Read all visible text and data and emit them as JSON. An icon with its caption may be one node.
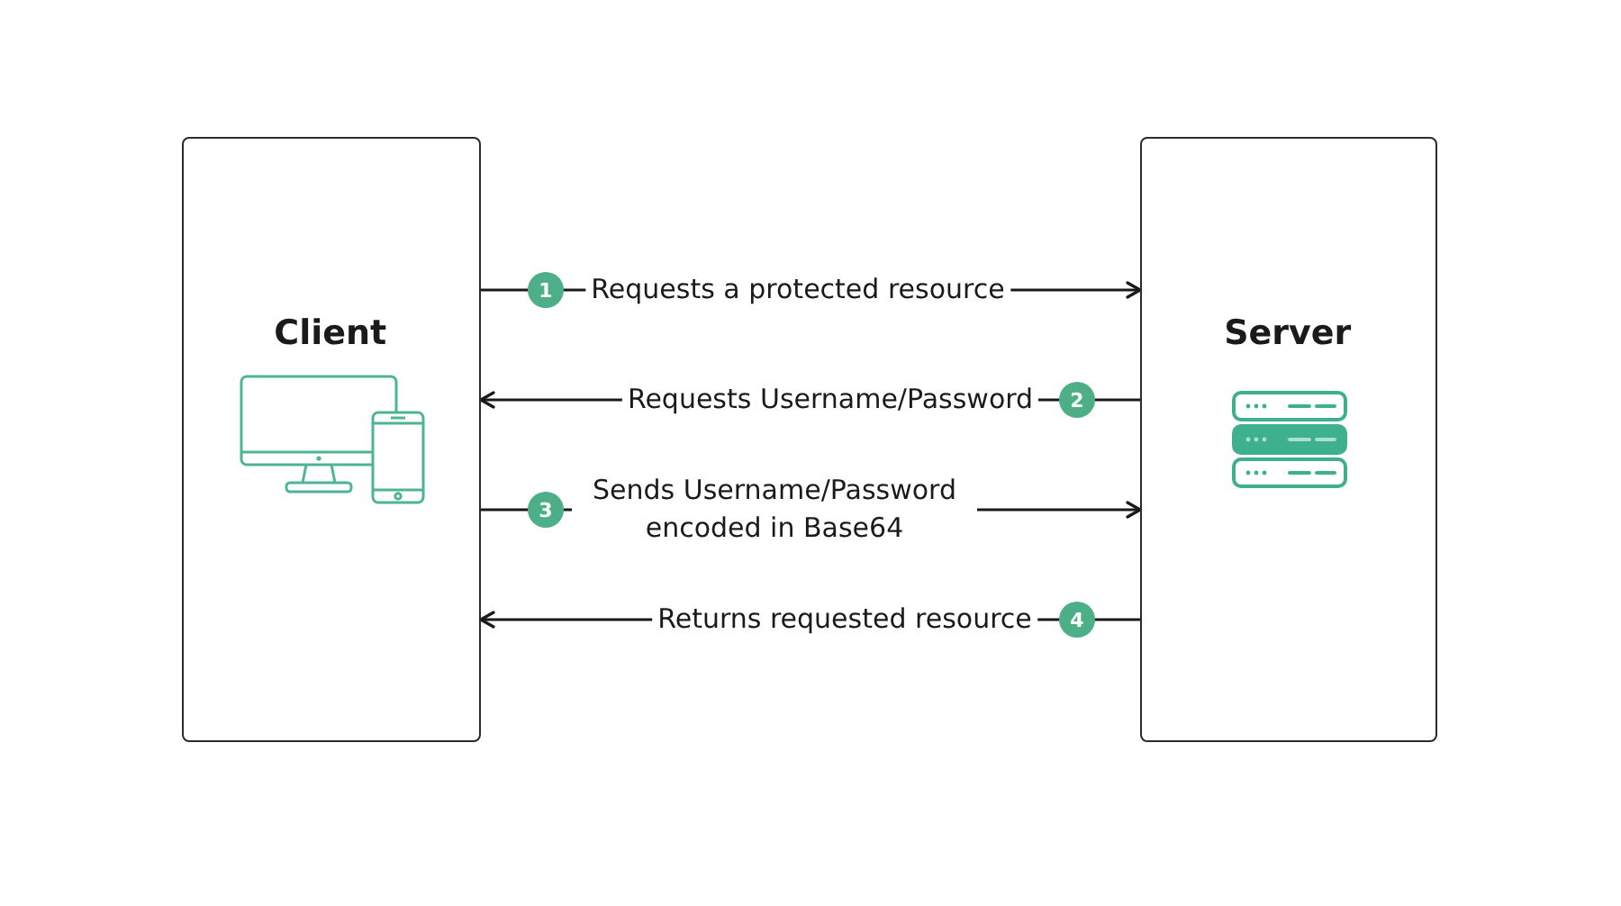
{
  "diagram": {
    "nodes": [
      {
        "text": [
          "Client"
        ]
      },
      {
        "text": [
          "Server"
        ]
      }
    ],
    "edges": [
      {
        "from": 0,
        "to": 1,
        "arrow": "to",
        "label": "Requests a protected resource"
      },
      {
        "from": 1,
        "to": 0,
        "arrow": "to",
        "label": "Requests Username/Password"
      },
      {
        "from": 0,
        "to": 1,
        "arrow": "to",
        "label": "Sends Username/Password encoded in Base64"
      },
      {
        "from": 1,
        "to": 0,
        "arrow": "to",
        "label": "Returns requested resource"
      }
    ],
    "labels": [
      "1",
      "2",
      "3",
      "4"
    ]
  }
}
